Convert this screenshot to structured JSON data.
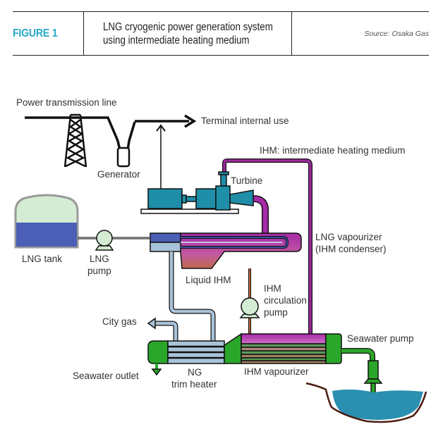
{
  "header": {
    "figure_label": "FIGURE 1",
    "title_line1": "LNG cryogenic power generation system",
    "title_line2": "using intermediate heating medium",
    "source": "Source: Osaka Gas"
  },
  "labels": {
    "power_line": "Power transmission line",
    "terminal_use": "Terminal internal use",
    "generator": "Generator",
    "ihm": "IHM: intermediate heating medium",
    "turbine": "Turbine",
    "lng_tank": "LNG tank",
    "lng_pump_1": "LNG",
    "lng_pump_2": "pump",
    "vaporizer_1": "LNG vapourizer",
    "vaporizer_2": "(IHM condenser)",
    "liquid_ihm": "Liquid IHM",
    "circ_1": "IHM",
    "circ_2": "circulation",
    "circ_3": "pump",
    "city_gas": "City gas",
    "seawater_pump": "Seawater pump",
    "seawater_outlet": "Seawater outlet",
    "trim_1": "NG",
    "trim_2": "trim heater",
    "ihm_vaporizer": "IHM vapourizer"
  },
  "colors": {
    "accent": "#27a9c6",
    "equipment_teal": "#1f8ea8",
    "ihm_purple": "#9b2a9a",
    "seawater_green": "#2aa62a",
    "lng_blue": "#4a5fb5",
    "ng_gray_blue": "#a9c3d8",
    "liquid_ihm_brown": "#b5653c",
    "sea": "#2a8fb0"
  }
}
